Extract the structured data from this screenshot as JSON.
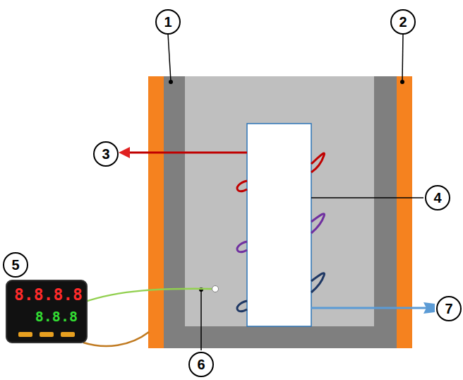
{
  "diagram": {
    "nodes": [
      {
        "text": [
          "1"
        ]
      },
      {
        "text": [
          "2"
        ]
      },
      {
        "text": [
          "3"
        ]
      },
      {
        "text": [
          "4"
        ]
      },
      {
        "text": [
          "5"
        ]
      },
      {
        "text": [
          "8.8.8.8",
          "8.8.8"
        ]
      },
      {
        "text": [
          "7"
        ]
      },
      {
        "text": [
          "6"
        ]
      }
    ]
  }
}
